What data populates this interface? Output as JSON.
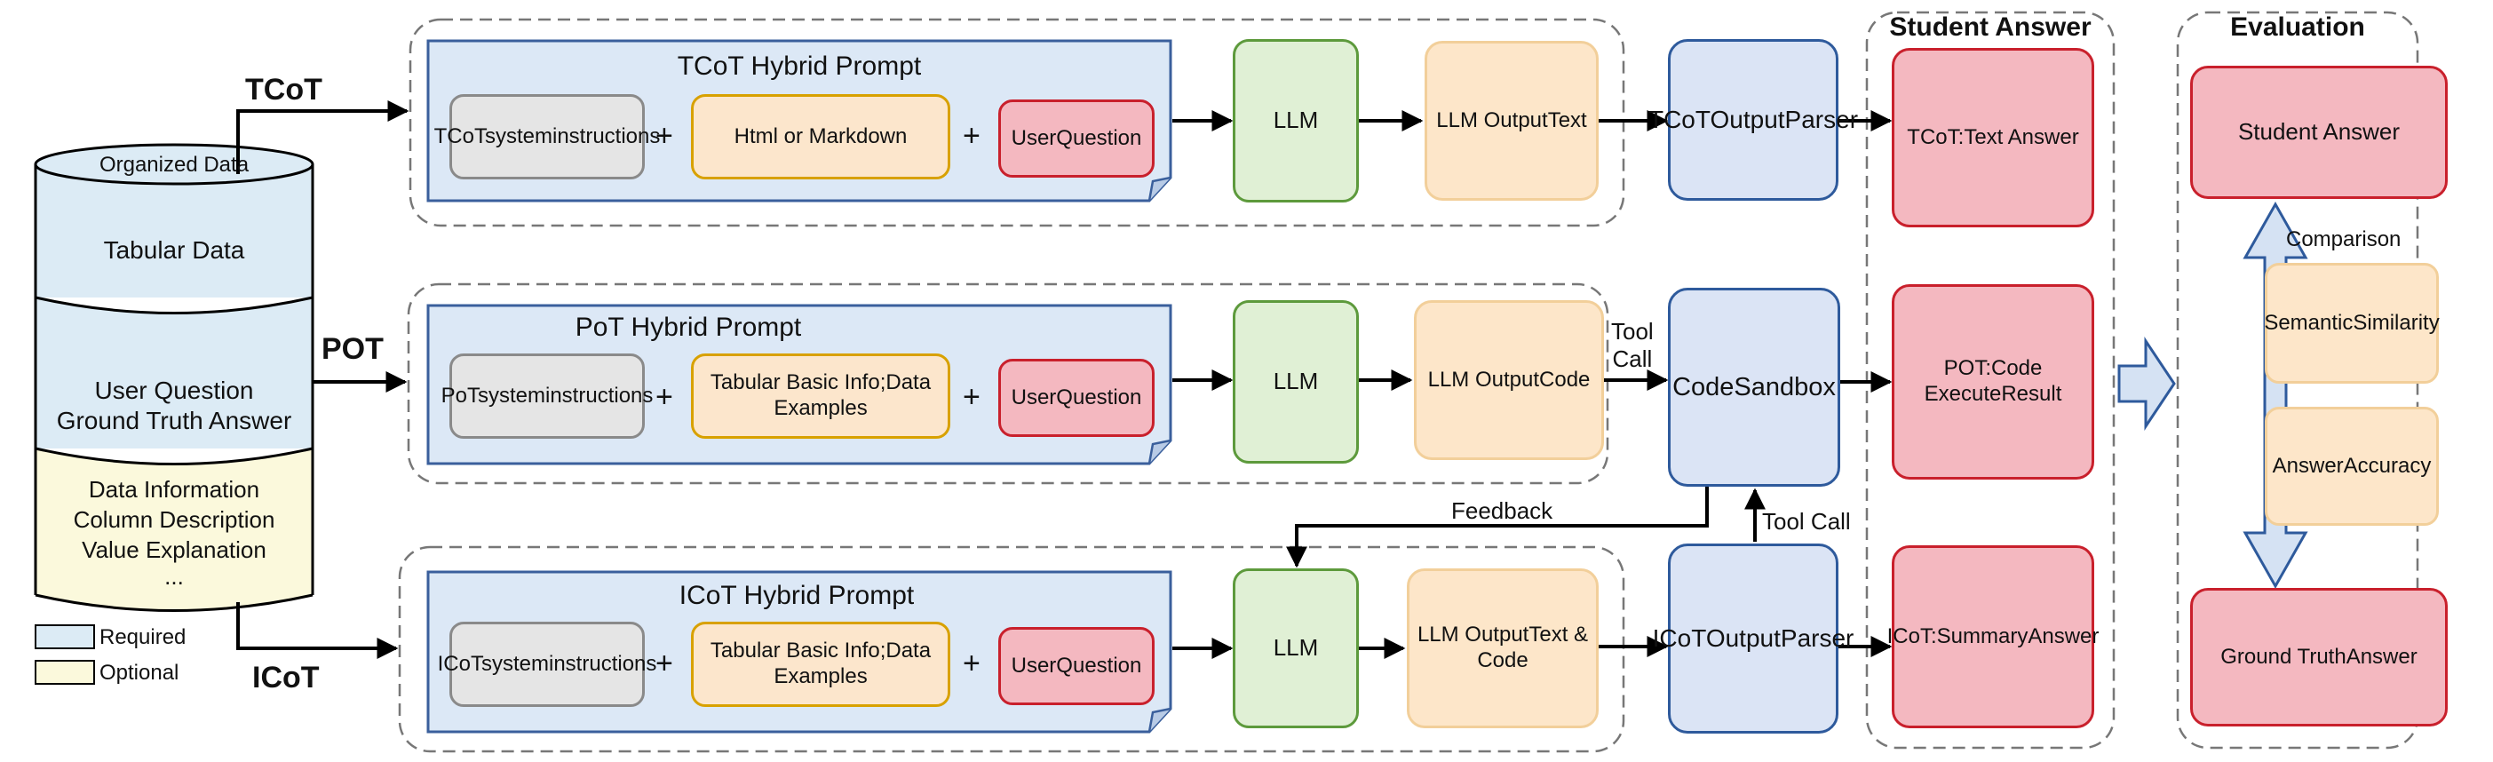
{
  "database": {
    "title": "Organized Data",
    "tabular": "Tabular Data",
    "question_lines": [
      "User Question",
      "Ground Truth Answer"
    ],
    "info_lines": [
      "Data Information",
      "Column Description",
      "Value Explanation",
      "..."
    ]
  },
  "legend": {
    "required": "Required",
    "optional": "Optional"
  },
  "branches": {
    "tcot": "TCoT",
    "pot": "POT",
    "icot": "ICoT"
  },
  "rows": {
    "tcot": {
      "prompt_title": "TCoT Hybrid Prompt",
      "system": [
        "TCoT",
        "system",
        "instructions"
      ],
      "middle": [
        "Html or Markdown"
      ],
      "question": [
        "User",
        "Question"
      ],
      "llm": "LLM",
      "output": [
        "LLM Output",
        "Text"
      ],
      "parser": [
        "TCoT",
        "Output",
        "Parser"
      ]
    },
    "pot": {
      "prompt_title": "PoT Hybrid Prompt",
      "system": [
        "PoT",
        "system",
        "instructions"
      ],
      "middle": [
        "Tabular Basic Info;",
        "Data Examples"
      ],
      "question": [
        "User",
        "Question"
      ],
      "llm": "LLM",
      "output": [
        "LLM Output",
        "Code"
      ],
      "parser": [
        "Code",
        "Sandbox"
      ]
    },
    "icot": {
      "prompt_title": "ICoT Hybrid Prompt",
      "system": [
        "ICoT",
        "system",
        "instructions"
      ],
      "middle": [
        "Tabular Basic Info;",
        "Data Examples"
      ],
      "question": [
        "User",
        "Question"
      ],
      "llm": "LLM",
      "output": [
        "LLM Output",
        "Text & Code"
      ],
      "parser": [
        "ICoT",
        "Output",
        "Parser"
      ]
    }
  },
  "plus": "+",
  "tool_call_top": [
    "Tool",
    "Call"
  ],
  "tool_call_bottom": "Tool Call",
  "feedback": "Feedback",
  "student": {
    "title": "Student Answer",
    "tcot": [
      "TCoT:",
      "Text Answer"
    ],
    "pot": [
      "POT:",
      "Code Execute",
      "Result"
    ],
    "icot": [
      "ICoT:",
      "Summary",
      "Answer"
    ]
  },
  "evaluation": {
    "title": "Evaluation",
    "student_answer": "Student Answer",
    "comparison": "Comparison",
    "semantic": [
      "Semantic",
      "Similarity"
    ],
    "accuracy": [
      "Answer",
      "Accuracy"
    ],
    "ground_truth": [
      "Ground Truth",
      "Answer"
    ]
  },
  "colors": {
    "required_fill": "#dcebf5",
    "optional_fill": "#fbf9dc",
    "prompt_fill": "#dce8f6",
    "prompt_border": "#3a5f9c",
    "answer_red": "#c9202c"
  }
}
